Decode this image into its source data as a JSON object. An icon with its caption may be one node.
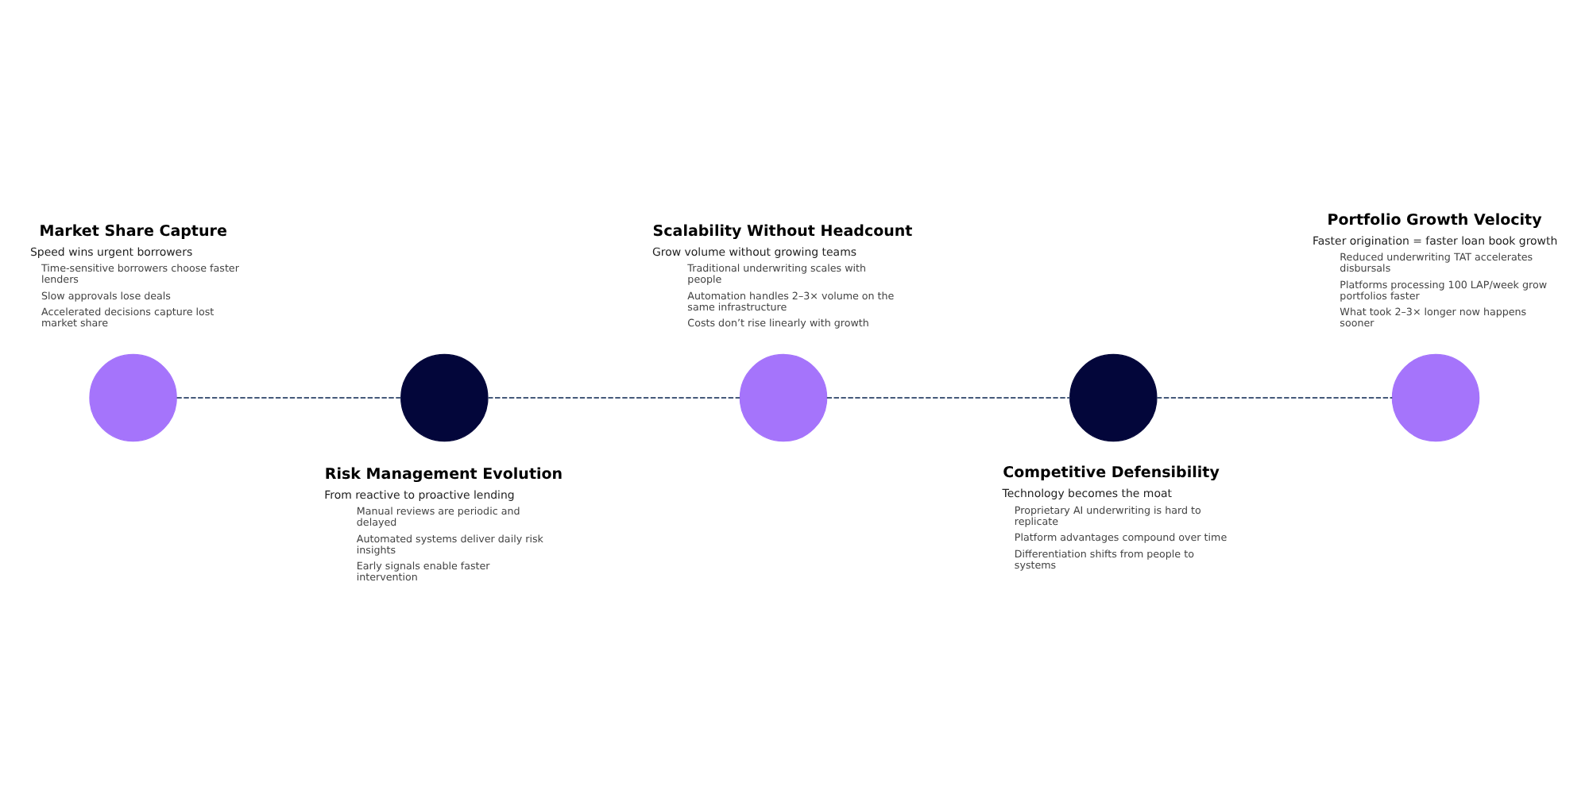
{
  "diagram": {
    "nodes": [
      {
        "text": [],
        "shape": "drop",
        "beside": [
          "Market Share Capture",
          "Speed wins urgent borrowers",
          "Time-sensitive borrowers choose faster lenders",
          "Slow approvals lose deals",
          "Accelerated decisions capture lost market share"
        ]
      },
      {
        "text": [],
        "shape": "drop",
        "beside": [
          "Risk Management Evolution",
          "From reactive to proactive lending",
          "Manual reviews are periodic and delayed",
          "Automated systems deliver daily risk insights",
          "Early signals enable faster intervention"
        ]
      },
      {
        "text": [],
        "shape": "drop",
        "beside": [
          "Scalability Without Headcount",
          "Grow volume without growing teams",
          "Traditional underwriting scales with people",
          "Automation handles 2–3× volume on the same infrastructure",
          "Costs don’t rise linearly with growth"
        ]
      },
      {
        "text": [],
        "shape": "drop",
        "beside": [
          "Competitive Defensibility",
          "Technology becomes the moat",
          "Proprietary AI underwriting is hard to replicate",
          "Platform advantages compound over time",
          "Differentiation shifts from people to systems"
        ]
      },
      {
        "text": [],
        "shape": "drop",
        "beside": [
          "Portfolio Growth Velocity",
          "Faster origination = faster loan book growth",
          "Reduced underwriting TAT accelerates disbursals",
          "Platforms processing 100 LAP/week grow portfolios faster",
          "What took 2–3× longer now happens sooner"
        ]
      }
    ],
    "edges": [
      {
        "from": 0,
        "to": 1,
        "arrow": "none",
        "style": "dashed"
      },
      {
        "from": 1,
        "to": 2,
        "arrow": "none",
        "style": "dashed"
      },
      {
        "from": 2,
        "to": 3,
        "arrow": "none",
        "style": "dashed"
      },
      {
        "from": 3,
        "to": 4,
        "arrow": "none",
        "style": "dashed"
      }
    ]
  }
}
